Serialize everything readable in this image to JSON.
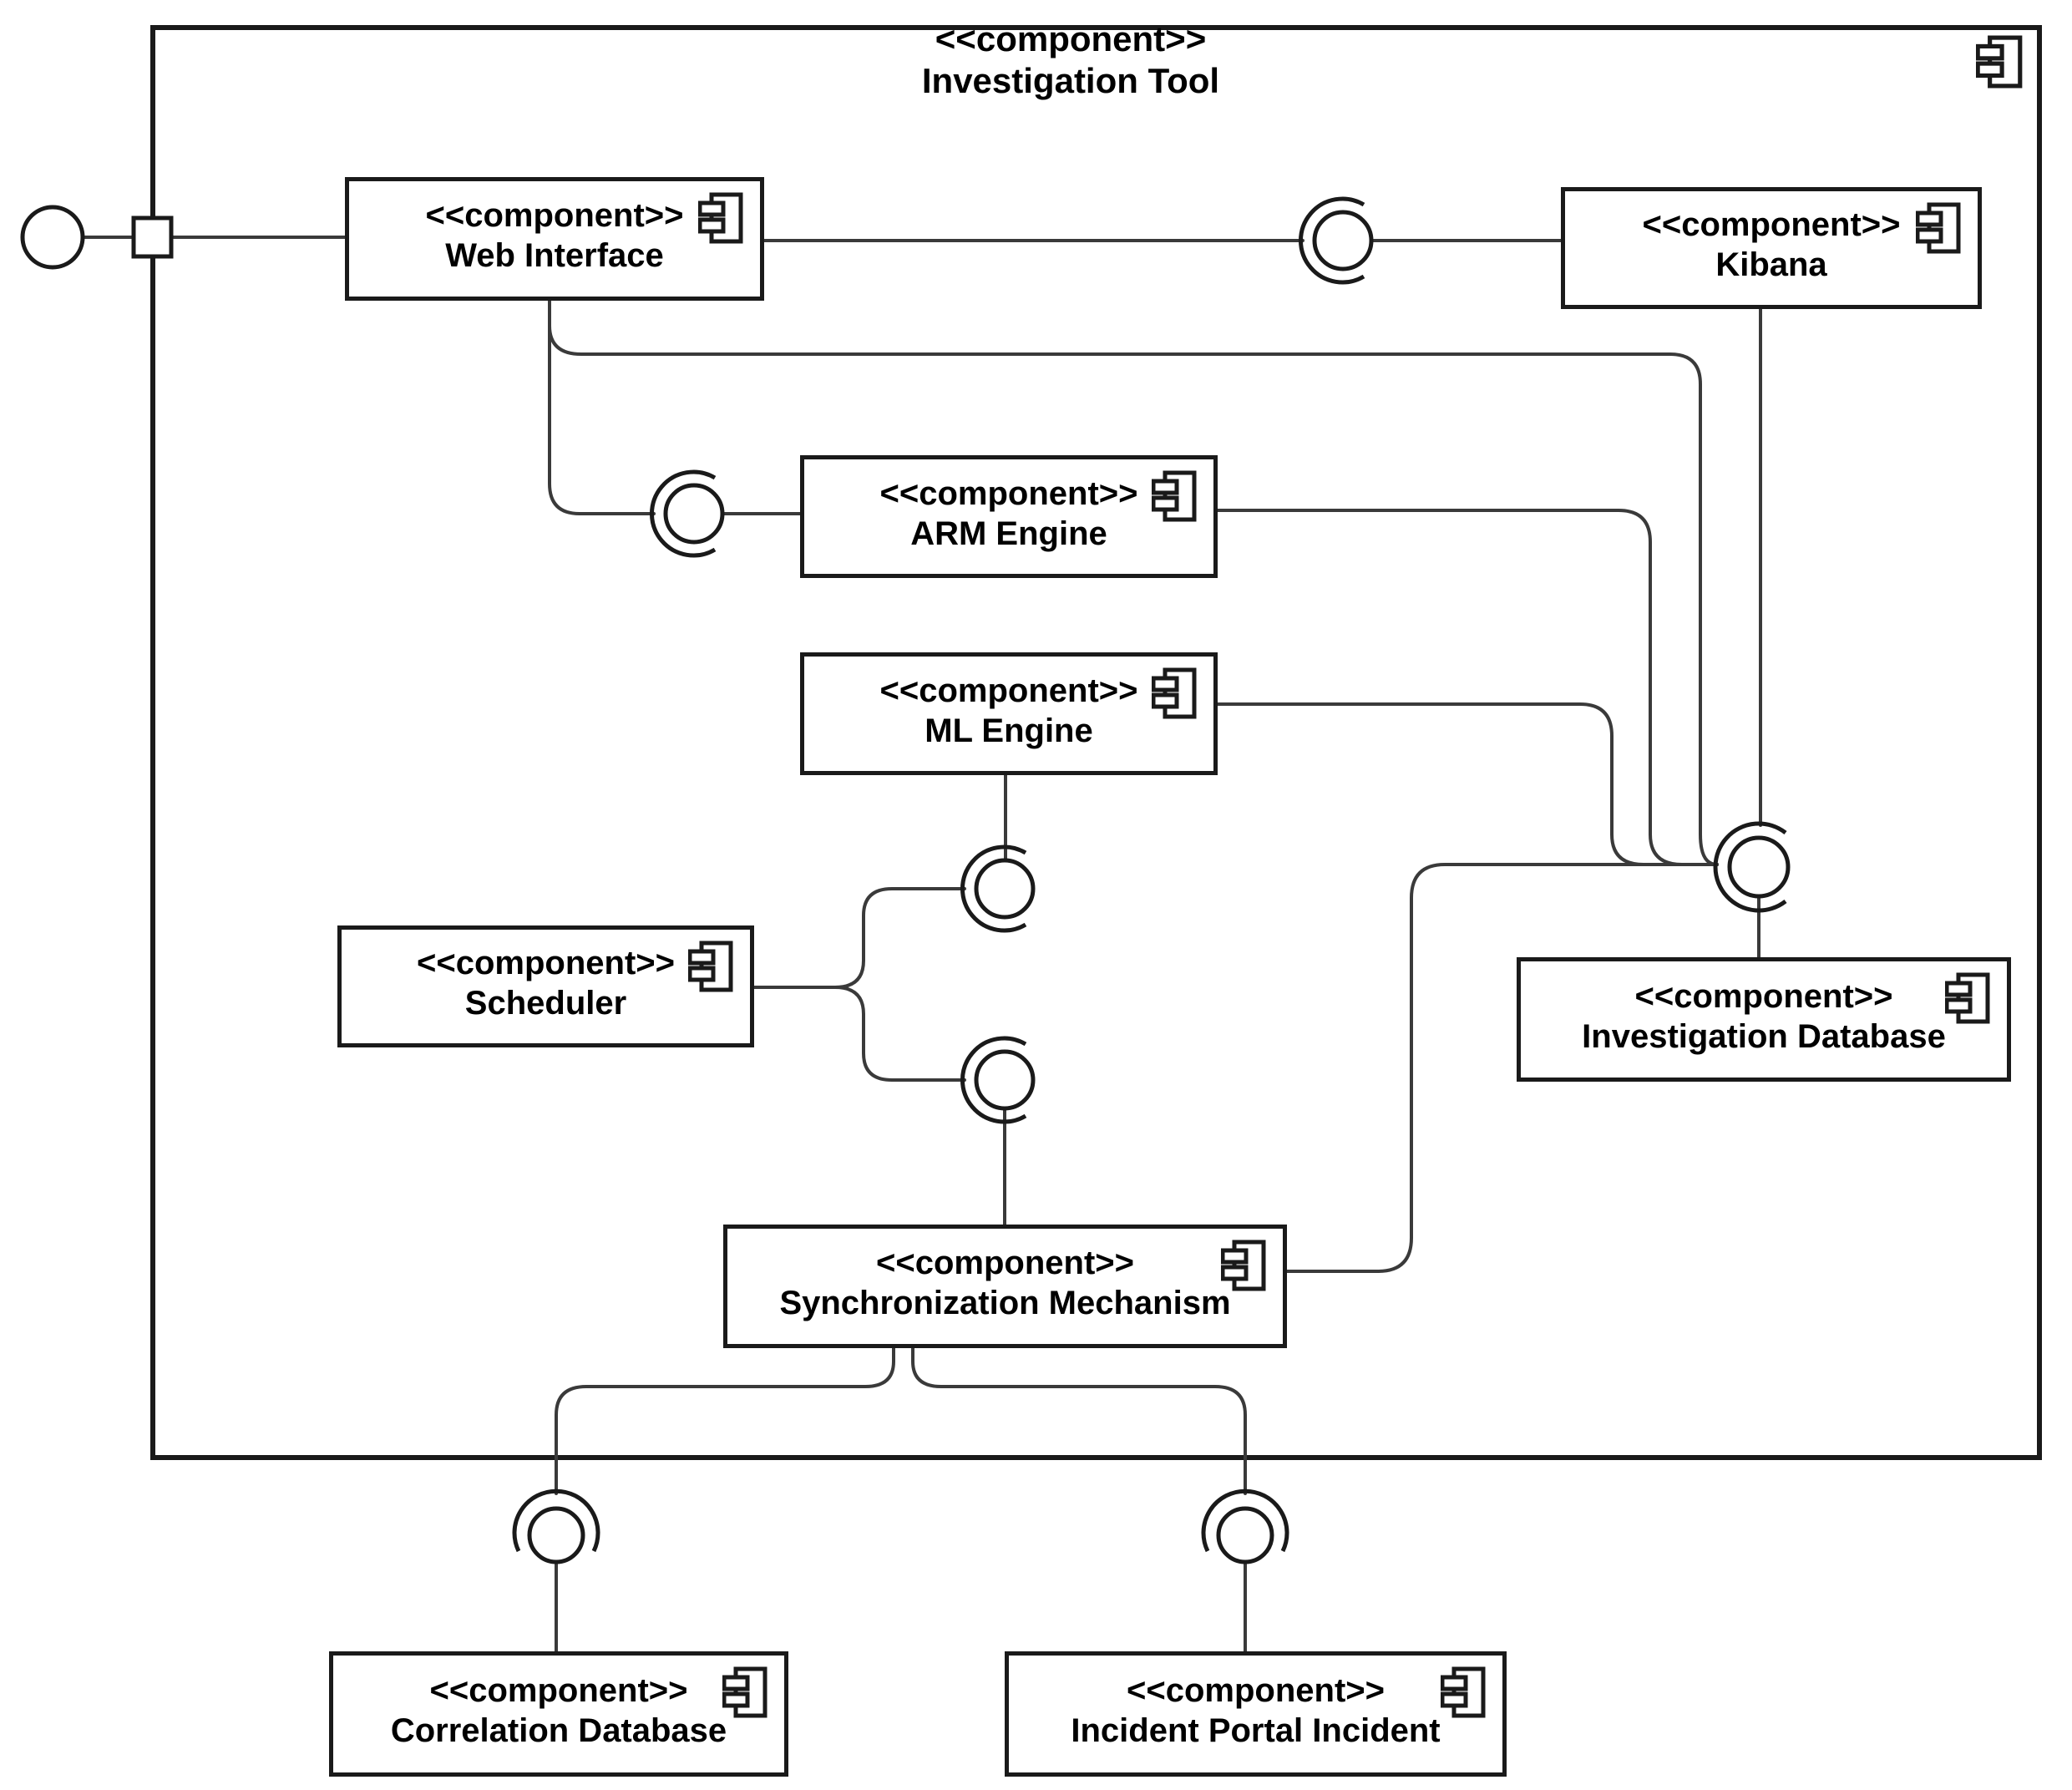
{
  "diagram": {
    "title_stereotype": "<<component>>",
    "title_name": "Investigation Tool"
  },
  "components": [
    {
      "id": "web-interface",
      "stereotype": "<<component>>",
      "name": "Web Interface"
    },
    {
      "id": "kibana",
      "stereotype": "<<component>>",
      "name": "Kibana"
    },
    {
      "id": "arm-engine",
      "stereotype": "<<component>>",
      "name": "ARM Engine"
    },
    {
      "id": "ml-engine",
      "stereotype": "<<component>>",
      "name": "ML Engine"
    },
    {
      "id": "scheduler",
      "stereotype": "<<component>>",
      "name": "Scheduler"
    },
    {
      "id": "synchronization-mechanism",
      "stereotype": "<<component>>",
      "name": "Synchronization Mechanism"
    },
    {
      "id": "investigation-database",
      "stereotype": "<<component>>",
      "name": "Investigation Database"
    },
    {
      "id": "correlation-database",
      "stereotype": "<<component>>",
      "name": "Correlation Database"
    },
    {
      "id": "incident-portal-incident",
      "stereotype": "<<component>>",
      "name": "Incident Portal Incident"
    }
  ],
  "icons": {
    "component": "uml-component-icon",
    "provided_interface": "ball-icon",
    "required_interface": "socket-icon",
    "external_interface": "lollipop-circle-icon",
    "port": "port-square-icon"
  },
  "colors": {
    "background": "#ffffff",
    "box_border": "#1a1a1a",
    "wire": "#3a3a3a",
    "text": "#000000"
  },
  "connections": [
    {
      "from": "external-interface",
      "to": "Web Interface",
      "via": "port on Investigation Tool boundary"
    },
    {
      "from": "Web Interface",
      "to": "Kibana",
      "type": "ball-and-socket"
    },
    {
      "from": "Web Interface",
      "to": "ARM Engine",
      "type": "ball-and-socket"
    },
    {
      "from": "Web Interface",
      "to": "Investigation Database",
      "type": "shared ball-and-socket hub"
    },
    {
      "from": "Kibana",
      "to": "Investigation Database",
      "type": "shared ball-and-socket hub"
    },
    {
      "from": "ARM Engine",
      "to": "Investigation Database",
      "type": "shared ball-and-socket hub"
    },
    {
      "from": "ML Engine",
      "to": "Investigation Database",
      "type": "shared ball-and-socket hub"
    },
    {
      "from": "Synchronization Mechanism",
      "to": "Investigation Database",
      "type": "shared ball-and-socket hub"
    },
    {
      "from": "Scheduler",
      "to": "ML Engine",
      "type": "ball-and-socket"
    },
    {
      "from": "Scheduler",
      "to": "Synchronization Mechanism",
      "type": "ball-and-socket"
    },
    {
      "from": "Synchronization Mechanism",
      "to": "Correlation Database",
      "type": "ball-and-socket"
    },
    {
      "from": "Synchronization Mechanism",
      "to": "Incident Portal Incident",
      "type": "ball-and-socket"
    }
  ]
}
